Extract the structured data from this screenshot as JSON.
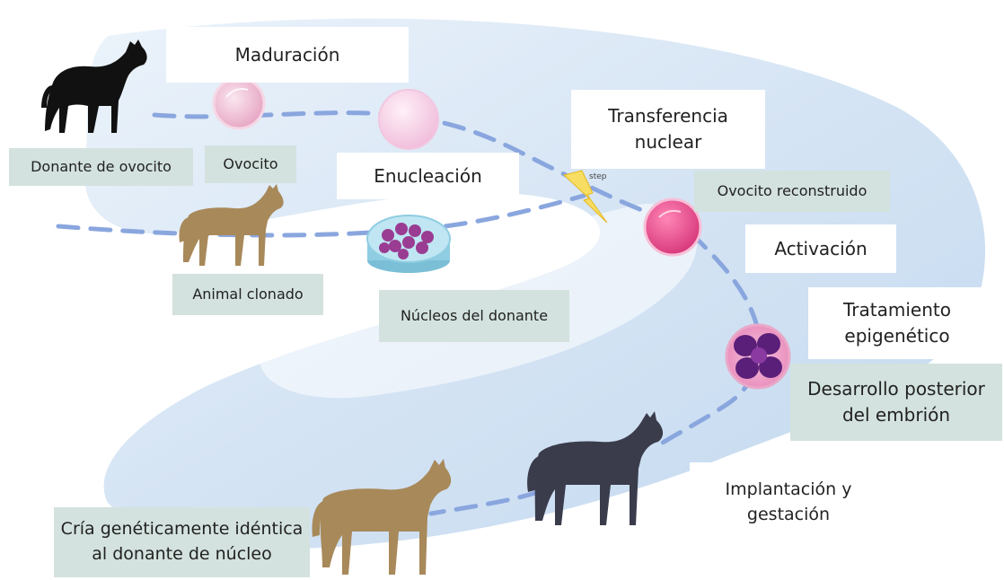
{
  "labels": {
    "maduracion": "Maduración",
    "donante_ovocito": "Donante de ovocito",
    "ovocito": "Ovocito",
    "enucleacion": "Enucleación",
    "transferencia_1": "Transferencia",
    "transferencia_2": "nuclear",
    "ovocito_reconstruido": "Ovocito reconstruido",
    "activacion": "Activación",
    "animal_clonado": "Animal clonado",
    "nucleos_donante": "Núcleos del donante",
    "tratamiento_1": "Tratamiento",
    "tratamiento_2": "epigenético",
    "desarrollo_1": "Desarrollo posterior",
    "desarrollo_2": "del embrión",
    "implantacion_1": "Implantación y",
    "implantacion_2": "gestación",
    "cria_1": "Cría genéticamente idéntica",
    "cria_2": "al donante de núcleo",
    "step": "step"
  },
  "colors": {
    "path": "#8aa6de",
    "horse_black": "#111111",
    "horse_brown": "#a8895a",
    "horse_dark": "#3a3c4c",
    "oocyte_pink": "#f2c4d8",
    "oocyte_magenta": "#e34a8a",
    "embryo_purple": "#5a1f78",
    "dish_blue": "#8fcde2",
    "label_teal": "#d3e2de",
    "bg_swirl": "#cfe0f1"
  }
}
